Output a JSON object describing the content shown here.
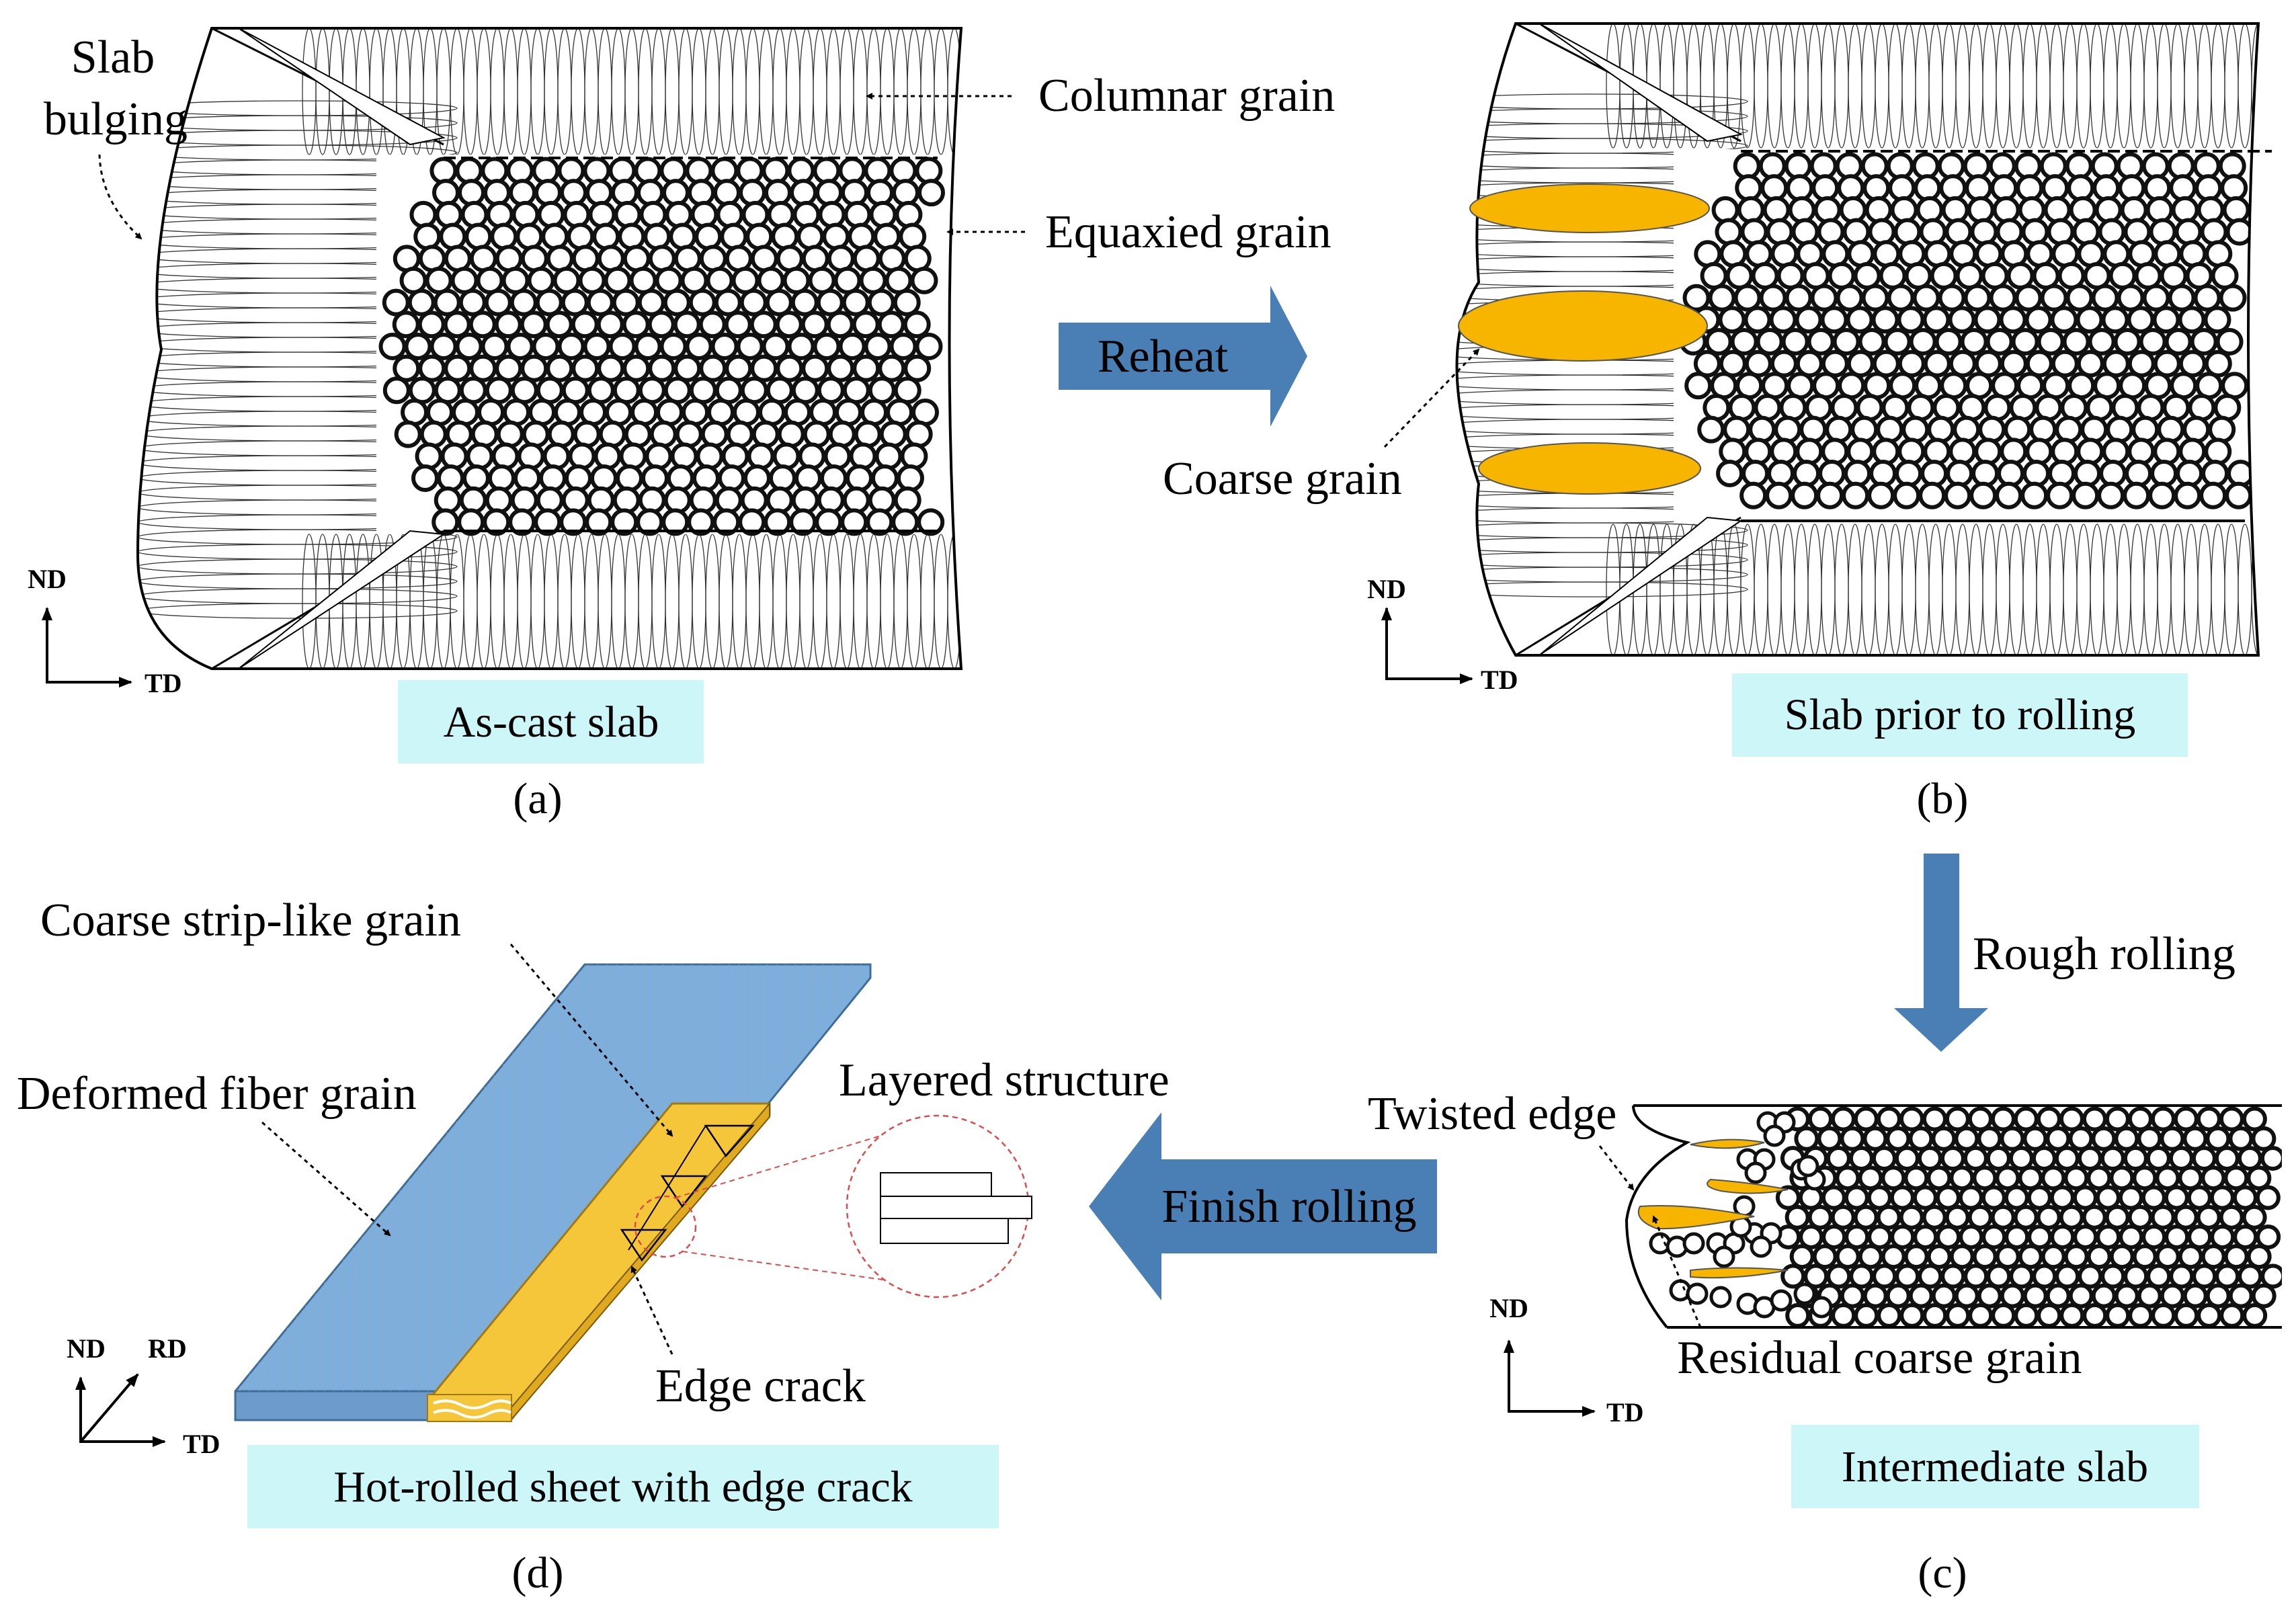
{
  "panel_a": {
    "caption": "As-cast slab",
    "letter": "(a)",
    "labels": {
      "slab_bulging_line1": "Slab",
      "slab_bulging_line2": "bulging",
      "columnar_grain": "Columnar grain",
      "equaxied_grain": "Equaxied grain"
    },
    "axis": {
      "vertical": "ND",
      "horizontal": "TD"
    }
  },
  "arrow_reheat": {
    "label": "Reheat"
  },
  "panel_b": {
    "caption": "Slab prior to rolling",
    "letter": "(b)",
    "labels": {
      "coarse_grain": "Coarse grain"
    },
    "axis": {
      "vertical": "ND",
      "horizontal": "TD"
    }
  },
  "arrow_rough": {
    "label": "Rough rolling"
  },
  "panel_c": {
    "caption": "Intermediate slab",
    "letter": "(c)",
    "labels": {
      "twisted_edge": "Twisted edge",
      "residual_coarse_grain": "Residual coarse grain"
    },
    "axis": {
      "vertical": "ND",
      "horizontal": "TD"
    }
  },
  "arrow_finish": {
    "label": "Finish rolling"
  },
  "panel_d": {
    "caption": "Hot-rolled sheet with edge crack",
    "letter": "(d)",
    "labels": {
      "coarse_strip_like_grain": "Coarse strip-like grain",
      "deformed_fiber_grain": "Deformed fiber grain",
      "layered_structure": "Layered structure",
      "edge_crack": "Edge crack"
    },
    "axis": {
      "vertical": "ND",
      "diagonal": "RD",
      "horizontal": "TD"
    }
  },
  "colors": {
    "caption_bg": "#ccf6f8",
    "process_arrow": "#4a7fb5",
    "coarse_grain": "#f7b500",
    "sheet_blue": "#7eaedc",
    "strip_yellow": "#f6c63a"
  }
}
